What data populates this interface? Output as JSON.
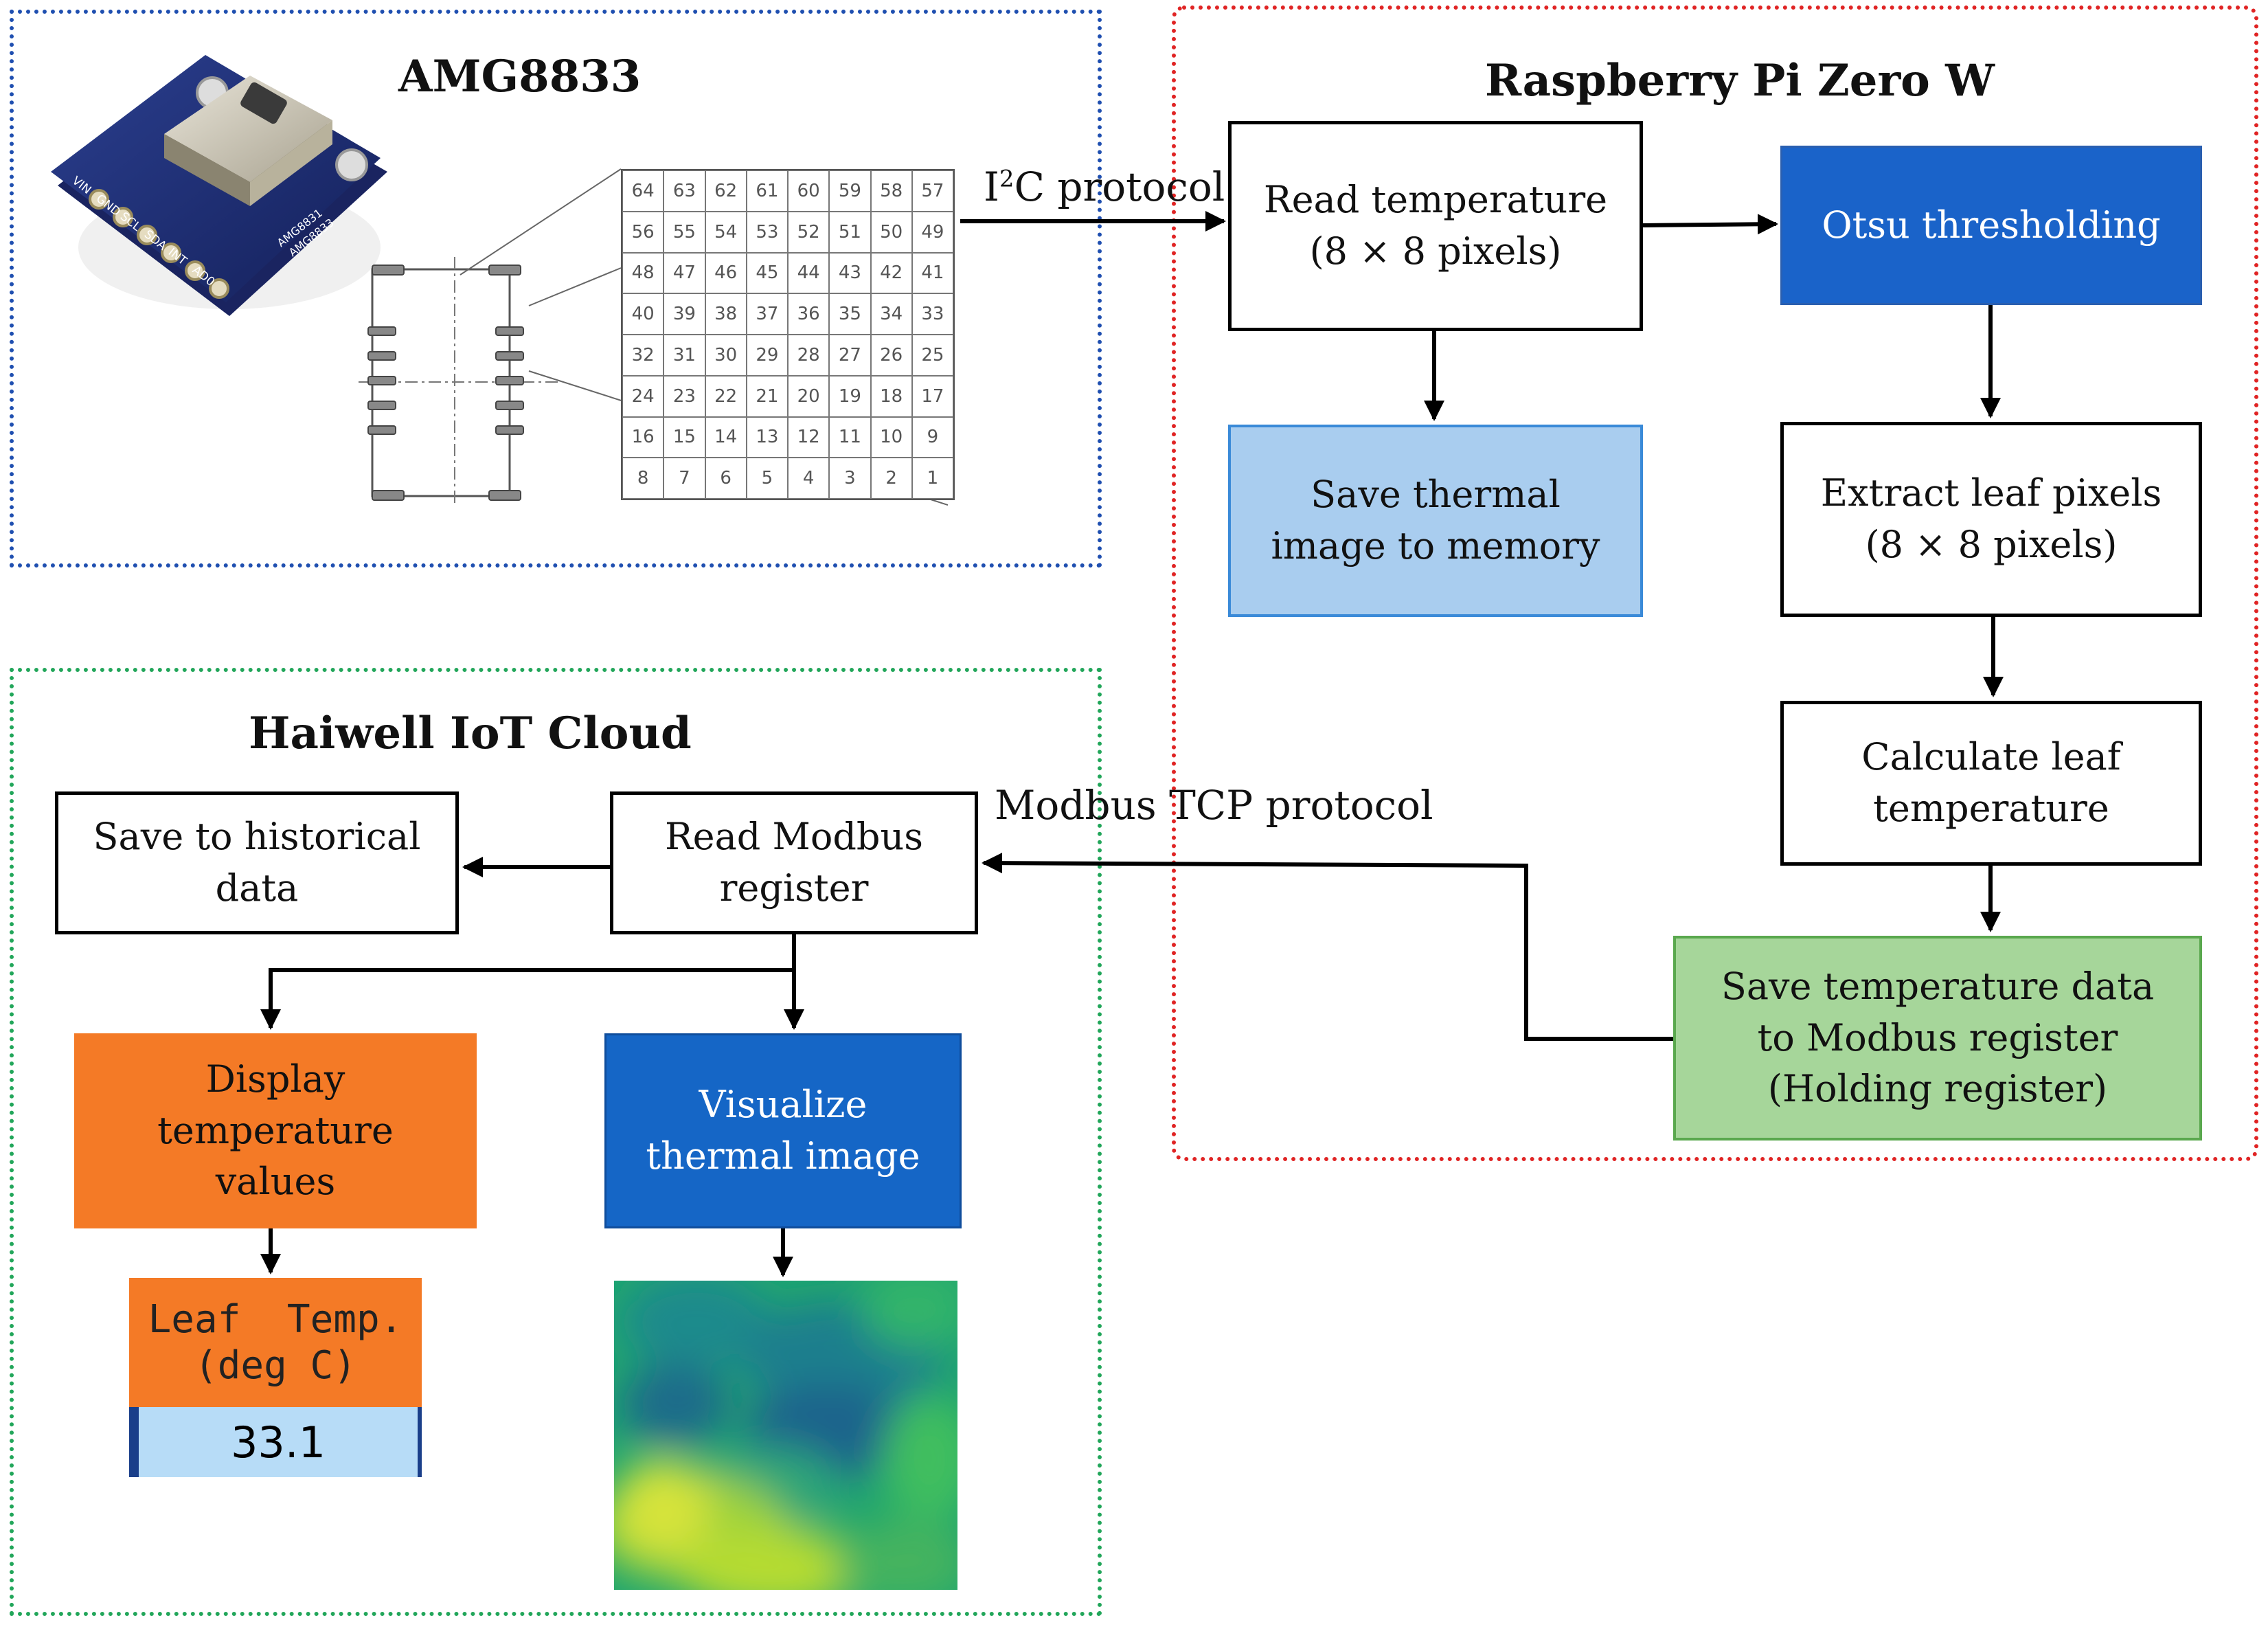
{
  "amg": {
    "title": "AMG8833",
    "board_pins": [
      "VIN",
      "GND",
      "SCL",
      "SDA",
      "INT",
      "AD0"
    ],
    "chip_labels": [
      "AMG8831",
      "AMG8833"
    ],
    "pixel_grid": [
      [
        "64",
        "63",
        "62",
        "61",
        "60",
        "59",
        "58",
        "57"
      ],
      [
        "56",
        "55",
        "54",
        "53",
        "52",
        "51",
        "50",
        "49"
      ],
      [
        "48",
        "47",
        "46",
        "45",
        "44",
        "43",
        "42",
        "41"
      ],
      [
        "40",
        "39",
        "38",
        "37",
        "36",
        "35",
        "34",
        "33"
      ],
      [
        "32",
        "31",
        "30",
        "29",
        "28",
        "27",
        "26",
        "25"
      ],
      [
        "24",
        "23",
        "22",
        "21",
        "20",
        "19",
        "18",
        "17"
      ],
      [
        "16",
        "15",
        "14",
        "13",
        "12",
        "11",
        "10",
        "9"
      ],
      [
        "8",
        "7",
        "6",
        "5",
        "4",
        "3",
        "2",
        "1"
      ]
    ]
  },
  "rpi": {
    "title": "Raspberry Pi Zero W",
    "read_temp": [
      "Read temperature",
      "(8 × 8 pixels)"
    ],
    "otsu": [
      "Otsu thresholding"
    ],
    "save_thermal": [
      "Save thermal",
      "image to memory"
    ],
    "extract": [
      "Extract leaf pixels",
      "(8 × 8 pixels)"
    ],
    "calculate": [
      "Calculate leaf",
      "temperature"
    ],
    "save_modbus": [
      "Save temperature data",
      "to Modbus register",
      "(Holding register)"
    ]
  },
  "cloud": {
    "title": "Haiwell IoT Cloud",
    "read_modbus": [
      "Read Modbus",
      "register"
    ],
    "save_hist": [
      "Save to historical",
      "data"
    ],
    "display": [
      "Display",
      "temperature",
      "values"
    ],
    "visualize": [
      "Visualize",
      "thermal image"
    ],
    "widget_title": [
      "Leaf  Temp.",
      "(deg C)"
    ],
    "widget_value": "33.1"
  },
  "labels": {
    "i2c_prefix": "I",
    "i2c_sup": "2",
    "i2c_suffix": "C protocol",
    "modbus": "Modbus TCP protocol"
  },
  "colors": {
    "otsu_fill": "#1a63c9",
    "save_thermal_fill": "#a9cdef",
    "save_modbus_fill": "#a6d69a",
    "display_fill": "#f47a26",
    "visualize_fill": "#1566c6",
    "widget_header": "#f47a26",
    "widget_value_bg": "#b7dcf7"
  }
}
